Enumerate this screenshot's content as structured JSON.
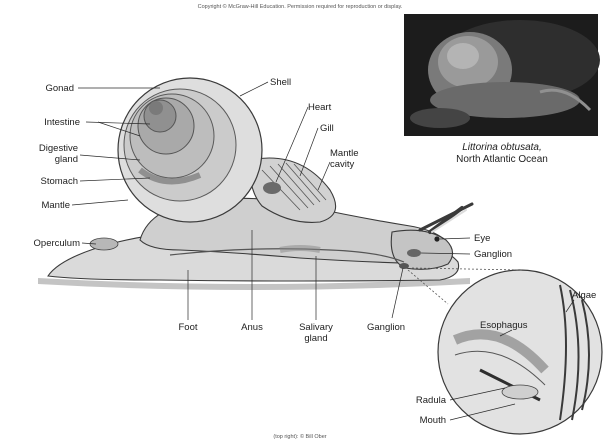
{
  "copyright_top": "Copyright © McGraw-Hill Education. Permission required for reproduction or display.",
  "copyright_bottom": "(top right): © Bill Ober",
  "photo": {
    "caption_species": "Littorina obtusata,",
    "caption_location": "North Atlantic Ocean"
  },
  "labels": {
    "gonad": "Gonad",
    "intestine": "Intestine",
    "digestive_gland_1": "Digestive",
    "digestive_gland_2": "gland",
    "stomach": "Stomach",
    "mantle": "Mantle",
    "operculum": "Operculum",
    "shell": "Shell",
    "heart": "Heart",
    "gill": "Gill",
    "mantle_cavity_1": "Mantle",
    "mantle_cavity_2": "cavity",
    "eye": "Eye",
    "ganglion_head": "Ganglion",
    "foot": "Foot",
    "anus": "Anus",
    "salivary_gland_1": "Salivary",
    "salivary_gland_2": "gland",
    "ganglion_lower": "Ganglion",
    "algae": "Algae",
    "esophagus": "Esophagus",
    "radula": "Radula",
    "mouth": "Mouth"
  }
}
